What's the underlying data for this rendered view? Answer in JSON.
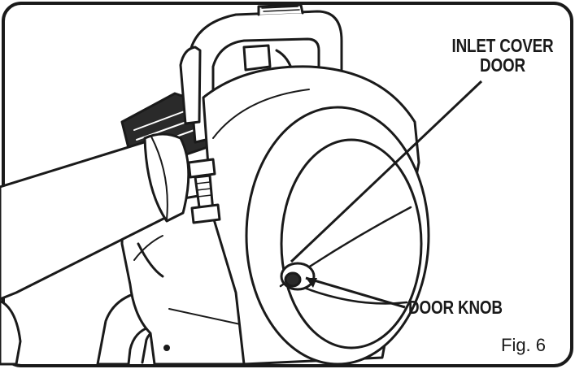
{
  "callouts": {
    "inlet_cover_door_line1": "INLET COVER",
    "inlet_cover_door_line2": "DOOR",
    "door_knob": "DOOR KNOB"
  },
  "figure_label": "Fig. 6",
  "colors": {
    "ink": "#1a1a1a",
    "background": "#ffffff",
    "shadow": "#3a3a3a"
  }
}
